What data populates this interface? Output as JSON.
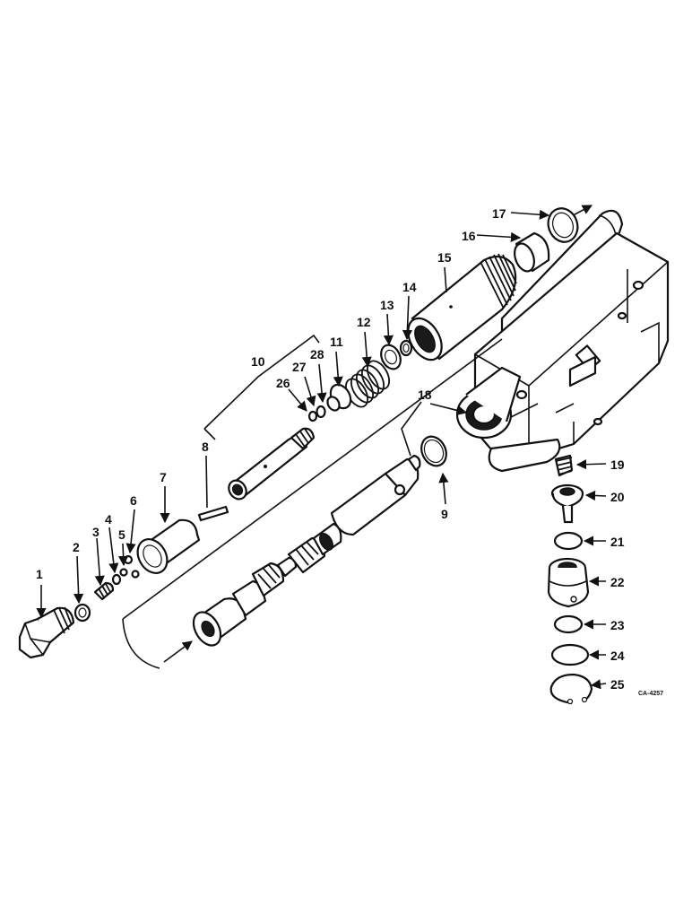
{
  "diagram": {
    "callouts": [
      "1",
      "2",
      "3",
      "4",
      "5",
      "6",
      "7",
      "8",
      "9",
      "10",
      "11",
      "12",
      "13",
      "14",
      "15",
      "16",
      "17",
      "18",
      "19",
      "20",
      "21",
      "22",
      "23",
      "24",
      "25",
      "26",
      "27",
      "28"
    ],
    "drawing_code": "CA-4257"
  }
}
